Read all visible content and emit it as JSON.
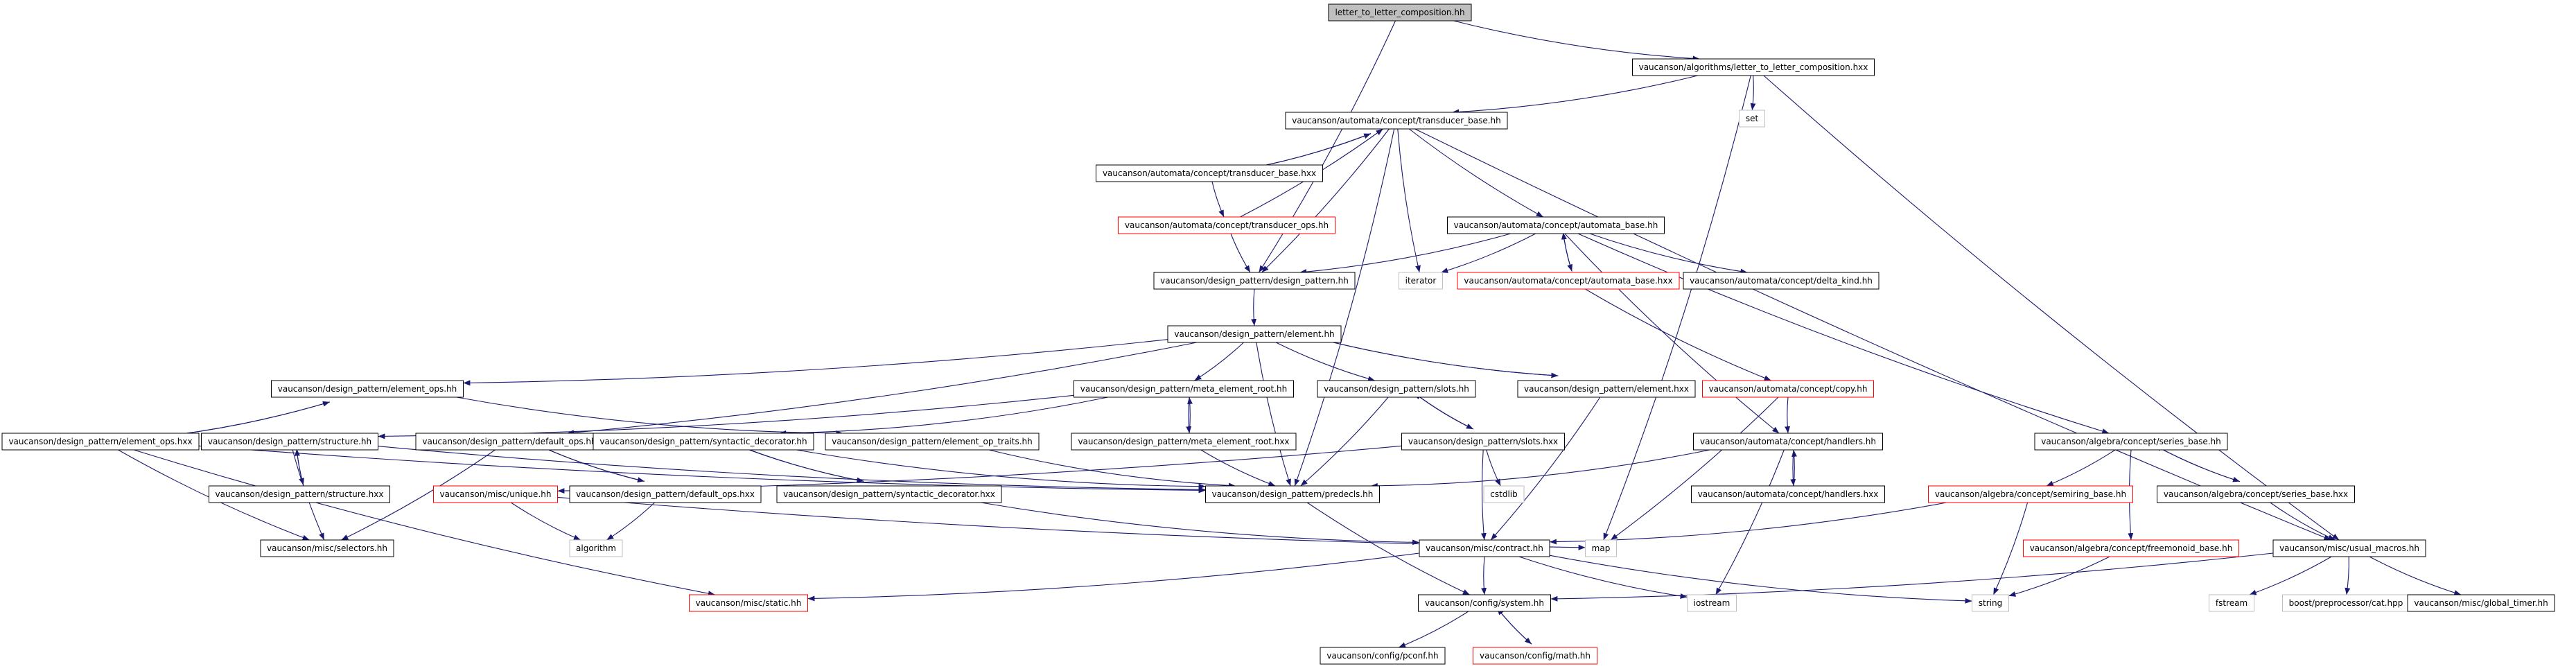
{
  "colors": {
    "edge": "#191970",
    "border_normal": "#000000",
    "border_truncated": "#ff0000",
    "border_external": "#bfbfbf",
    "root_fill": "#bfbfbf",
    "node_fill": "#ffffff",
    "text": "#000000"
  },
  "nodes": [
    {
      "id": "root",
      "label": "letter_to_letter_composition.hh",
      "kind": "root"
    },
    {
      "id": "l2l_hxx",
      "label": "vaucanson/algorithms/letter_to_letter_composition.hxx",
      "kind": "normal"
    },
    {
      "id": "set",
      "label": "set",
      "kind": "external"
    },
    {
      "id": "tb_hh",
      "label": "vaucanson/automata/concept/transducer_base.hh",
      "kind": "normal"
    },
    {
      "id": "tb_hxx",
      "label": "vaucanson/automata/concept/transducer_base.hxx",
      "kind": "normal"
    },
    {
      "id": "tops_hh",
      "label": "vaucanson/automata/concept/transducer_ops.hh",
      "kind": "truncated"
    },
    {
      "id": "ab_hh",
      "label": "vaucanson/automata/concept/automata_base.hh",
      "kind": "normal"
    },
    {
      "id": "dp_hh",
      "label": "vaucanson/design_pattern/design_pattern.hh",
      "kind": "normal"
    },
    {
      "id": "iterator",
      "label": "iterator",
      "kind": "external"
    },
    {
      "id": "ab_hxx",
      "label": "vaucanson/automata/concept/automata_base.hxx",
      "kind": "truncated"
    },
    {
      "id": "delta",
      "label": "vaucanson/automata/concept/delta_kind.hh",
      "kind": "normal"
    },
    {
      "id": "elem_hh",
      "label": "vaucanson/design_pattern/element.hh",
      "kind": "normal"
    },
    {
      "id": "eops_hh",
      "label": "vaucanson/design_pattern/element_ops.hh",
      "kind": "normal"
    },
    {
      "id": "mer_hh",
      "label": "vaucanson/design_pattern/meta_element_root.hh",
      "kind": "normal"
    },
    {
      "id": "slots_hh",
      "label": "vaucanson/design_pattern/slots.hh",
      "kind": "normal"
    },
    {
      "id": "elem_hxx",
      "label": "vaucanson/design_pattern/element.hxx",
      "kind": "normal"
    },
    {
      "id": "copy_hh",
      "label": "vaucanson/automata/concept/copy.hh",
      "kind": "truncated"
    },
    {
      "id": "eops_hxx",
      "label": "vaucanson/design_pattern/element_ops.hxx",
      "kind": "normal"
    },
    {
      "id": "struct_hh",
      "label": "vaucanson/design_pattern/structure.hh",
      "kind": "normal"
    },
    {
      "id": "dops_hh",
      "label": "vaucanson/design_pattern/default_ops.hh",
      "kind": "normal"
    },
    {
      "id": "sdec_hh",
      "label": "vaucanson/design_pattern/syntactic_decorator.hh",
      "kind": "normal"
    },
    {
      "id": "eot_hh",
      "label": "vaucanson/design_pattern/element_op_traits.hh",
      "kind": "normal"
    },
    {
      "id": "mer_hxx",
      "label": "vaucanson/design_pattern/meta_element_root.hxx",
      "kind": "normal"
    },
    {
      "id": "slots_hxx",
      "label": "vaucanson/design_pattern/slots.hxx",
      "kind": "normal"
    },
    {
      "id": "hand_hh",
      "label": "vaucanson/automata/concept/handlers.hh",
      "kind": "normal"
    },
    {
      "id": "sb_hh",
      "label": "vaucanson/algebra/concept/series_base.hh",
      "kind": "normal"
    },
    {
      "id": "struct_hxx",
      "label": "vaucanson/design_pattern/structure.hxx",
      "kind": "normal"
    },
    {
      "id": "unique_hh",
      "label": "vaucanson/misc/unique.hh",
      "kind": "truncated"
    },
    {
      "id": "dops_hxx",
      "label": "vaucanson/design_pattern/default_ops.hxx",
      "kind": "normal"
    },
    {
      "id": "sdec_hxx",
      "label": "vaucanson/design_pattern/syntactic_decorator.hxx",
      "kind": "normal"
    },
    {
      "id": "predecls",
      "label": "vaucanson/design_pattern/predecls.hh",
      "kind": "normal"
    },
    {
      "id": "cstdlib",
      "label": "cstdlib",
      "kind": "external"
    },
    {
      "id": "hand_hxx",
      "label": "vaucanson/automata/concept/handlers.hxx",
      "kind": "normal"
    },
    {
      "id": "semiring",
      "label": "vaucanson/algebra/concept/semiring_base.hh",
      "kind": "truncated"
    },
    {
      "id": "sb_hxx",
      "label": "vaucanson/algebra/concept/series_base.hxx",
      "kind": "normal"
    },
    {
      "id": "selectors",
      "label": "vaucanson/misc/selectors.hh",
      "kind": "normal"
    },
    {
      "id": "algorithm",
      "label": "algorithm",
      "kind": "external"
    },
    {
      "id": "contract",
      "label": "vaucanson/misc/contract.hh",
      "kind": "normal"
    },
    {
      "id": "map",
      "label": "map",
      "kind": "external"
    },
    {
      "id": "freemonoid",
      "label": "vaucanson/algebra/concept/freemonoid_base.hh",
      "kind": "truncated"
    },
    {
      "id": "usual_macros",
      "label": "vaucanson/misc/usual_macros.hh",
      "kind": "normal"
    },
    {
      "id": "static_hh",
      "label": "vaucanson/misc/static.hh",
      "kind": "truncated"
    },
    {
      "id": "system_hh",
      "label": "vaucanson/config/system.hh",
      "kind": "normal"
    },
    {
      "id": "iostream",
      "label": "iostream",
      "kind": "external"
    },
    {
      "id": "string",
      "label": "string",
      "kind": "external"
    },
    {
      "id": "fstream",
      "label": "fstream",
      "kind": "external"
    },
    {
      "id": "cat_hpp",
      "label": "boost/preprocessor/cat.hpp",
      "kind": "external"
    },
    {
      "id": "gtimer",
      "label": "vaucanson/misc/global_timer.hh",
      "kind": "normal"
    },
    {
      "id": "pconf",
      "label": "vaucanson/config/pconf.hh",
      "kind": "normal"
    },
    {
      "id": "math_hh",
      "label": "vaucanson/config/math.hh",
      "kind": "truncated"
    }
  ],
  "edges": [
    [
      "root",
      "l2l_hxx"
    ],
    [
      "root",
      "dp_hh"
    ],
    [
      "l2l_hxx",
      "tb_hh"
    ],
    [
      "l2l_hxx",
      "set"
    ],
    [
      "l2l_hxx",
      "map"
    ],
    [
      "l2l_hxx",
      "usual_macros"
    ],
    [
      "tb_hh",
      "tb_hxx"
    ],
    [
      "tb_hh",
      "dp_hh"
    ],
    [
      "tb_hh",
      "iterator"
    ],
    [
      "tb_hh",
      "ab_hh"
    ],
    [
      "tb_hh",
      "predecls"
    ],
    [
      "tb_hh",
      "usual_macros"
    ],
    [
      "tb_hxx",
      "tb_hh"
    ],
    [
      "tb_hxx",
      "tops_hh"
    ],
    [
      "tops_hh",
      "tb_hh"
    ],
    [
      "tops_hh",
      "dp_hh"
    ],
    [
      "ab_hh",
      "dp_hh"
    ],
    [
      "ab_hh",
      "iterator"
    ],
    [
      "ab_hh",
      "ab_hxx"
    ],
    [
      "ab_hh",
      "delta"
    ],
    [
      "ab_hh",
      "hand_hh"
    ],
    [
      "ab_hh",
      "sb_hh"
    ],
    [
      "ab_hxx",
      "ab_hh"
    ],
    [
      "ab_hxx",
      "copy_hh"
    ],
    [
      "dp_hh",
      "elem_hh"
    ],
    [
      "elem_hh",
      "eops_hh"
    ],
    [
      "elem_hh",
      "mer_hh"
    ],
    [
      "elem_hh",
      "slots_hh"
    ],
    [
      "elem_hh",
      "elem_hxx"
    ],
    [
      "elem_hh",
      "predecls"
    ],
    [
      "elem_hh",
      "dops_hh"
    ],
    [
      "elem_hxx",
      "elem_hh"
    ],
    [
      "elem_hxx",
      "contract"
    ],
    [
      "eops_hh",
      "eops_hxx"
    ],
    [
      "eops_hh",
      "eot_hh"
    ],
    [
      "eops_hxx",
      "eops_hh"
    ],
    [
      "eops_hxx",
      "predecls"
    ],
    [
      "eops_hxx",
      "selectors"
    ],
    [
      "eops_hxx",
      "static_hh"
    ],
    [
      "mer_hh",
      "mer_hxx"
    ],
    [
      "mer_hh",
      "struct_hh"
    ],
    [
      "mer_hh",
      "sdec_hh"
    ],
    [
      "mer_hxx",
      "mer_hh"
    ],
    [
      "mer_hxx",
      "predecls"
    ],
    [
      "slots_hh",
      "slots_hxx"
    ],
    [
      "slots_hh",
      "predecls"
    ],
    [
      "slots_hxx",
      "slots_hh"
    ],
    [
      "slots_hxx",
      "cstdlib"
    ],
    [
      "slots_hxx",
      "contract"
    ],
    [
      "slots_hxx",
      "unique_hh"
    ],
    [
      "struct_hh",
      "struct_hxx"
    ],
    [
      "struct_hh",
      "predecls"
    ],
    [
      "struct_hh",
      "selectors"
    ],
    [
      "struct_hxx",
      "struct_hh"
    ],
    [
      "dops_hh",
      "dops_hxx"
    ],
    [
      "dops_hh",
      "selectors"
    ],
    [
      "dops_hxx",
      "dops_hh"
    ],
    [
      "dops_hxx",
      "algorithm"
    ],
    [
      "sdec_hh",
      "sdec_hxx"
    ],
    [
      "sdec_hh",
      "predecls"
    ],
    [
      "sdec_hxx",
      "sdec_hh"
    ],
    [
      "sdec_hxx",
      "contract"
    ],
    [
      "eot_hh",
      "predecls"
    ],
    [
      "unique_hh",
      "algorithm"
    ],
    [
      "unique_hh",
      "map"
    ],
    [
      "copy_hh",
      "hand_hh"
    ],
    [
      "copy_hh",
      "map"
    ],
    [
      "hand_hh",
      "hand_hxx"
    ],
    [
      "hand_hh",
      "predecls"
    ],
    [
      "hand_hh",
      "iostream"
    ],
    [
      "hand_hxx",
      "hand_hh"
    ],
    [
      "sb_hh",
      "sb_hxx"
    ],
    [
      "sb_hh",
      "semiring"
    ],
    [
      "sb_hh",
      "freemonoid"
    ],
    [
      "sb_hxx",
      "sb_hh"
    ],
    [
      "sb_hxx",
      "usual_macros"
    ],
    [
      "semiring",
      "contract"
    ],
    [
      "semiring",
      "string"
    ],
    [
      "freemonoid",
      "string"
    ],
    [
      "predecls",
      "system_hh"
    ],
    [
      "contract",
      "system_hh"
    ],
    [
      "contract",
      "static_hh"
    ],
    [
      "contract",
      "iostream"
    ],
    [
      "contract",
      "string"
    ],
    [
      "usual_macros",
      "fstream"
    ],
    [
      "usual_macros",
      "cat_hpp"
    ],
    [
      "usual_macros",
      "gtimer"
    ],
    [
      "usual_macros",
      "system_hh"
    ],
    [
      "system_hh",
      "pconf"
    ],
    [
      "system_hh",
      "math_hh"
    ],
    [
      "math_hh",
      "system_hh"
    ]
  ]
}
